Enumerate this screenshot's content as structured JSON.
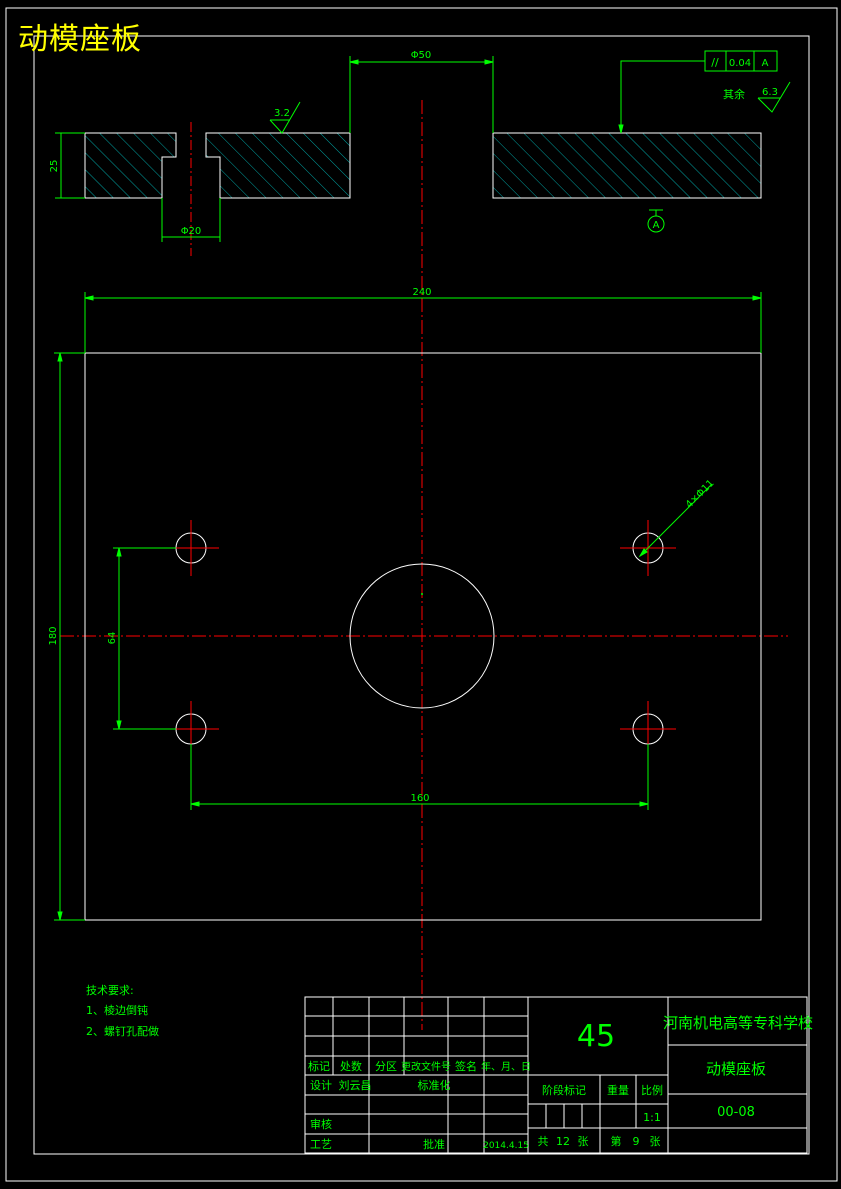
{
  "title": "动模座板",
  "colors": {
    "background": "#000000",
    "outline": "#ffffff",
    "dimension": "#00ff00",
    "centerline": "#ff0000",
    "hatch": "#00cccc",
    "title": "#ffff00"
  },
  "dimensions": {
    "top_bore": "Φ50",
    "counterbore": "Φ20",
    "thickness": "25",
    "width": "240",
    "height": "180",
    "hole_pitch_y": "64",
    "hole_pitch_x": "160",
    "holes": "4×Φ11",
    "roughness_face": "3.2",
    "roughness_other_label": "其余",
    "roughness_other": "6.3"
  },
  "tolerance": {
    "symbol": "//",
    "value": "0.04",
    "datum": "A",
    "datum_label": "A"
  },
  "notes": {
    "heading": "技术要求:",
    "line1": "1、棱边倒钝",
    "line2": "2、螺钉孔配做"
  },
  "title_block": {
    "row_headers": [
      "标记",
      "处数",
      "分区",
      "更改文件号",
      "签名",
      "年、月、日"
    ],
    "design_label": "设计",
    "designer": "刘云昌",
    "standardization": "标准化",
    "review": "审核",
    "process": "工艺",
    "approve": "批准",
    "date": "2014.4.15",
    "material": "45",
    "school": "河南机电高等专科学校",
    "part_name": "动模座板",
    "drawing_no": "00-08",
    "stage_mark": "阶段标记",
    "weight": "重量",
    "scale_label": "比例",
    "scale": "1:1",
    "total_label": "共",
    "total": "12",
    "sheet_unit": "张",
    "page_label": "第",
    "page": "9",
    "page_unit": "张"
  }
}
